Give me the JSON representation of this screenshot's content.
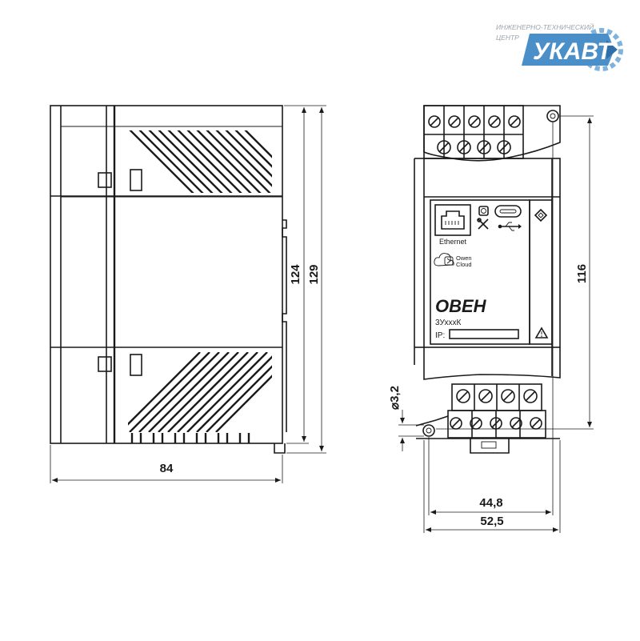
{
  "logo": {
    "line1": "ИНЖЕНЕРНО-ТЕХНИЧЕСКИЙ",
    "line2": "ЦЕНТР",
    "name": "УКАВТ",
    "accent": "#4b8fc9"
  },
  "dimensions": {
    "side_width": "84",
    "side_height_inner": "124",
    "side_height_outer": "129",
    "front_height": "116",
    "front_hole_spacing": "44,8",
    "front_width": "52,5",
    "hole_diameter": "⌀3,2"
  },
  "front_panel": {
    "port_label": "Ethernet",
    "cloud_label_1": "Owen",
    "cloud_label_2": "Cloud",
    "brand": "ОВЕН",
    "model": "3УхххК",
    "ip_label": "IP:"
  }
}
